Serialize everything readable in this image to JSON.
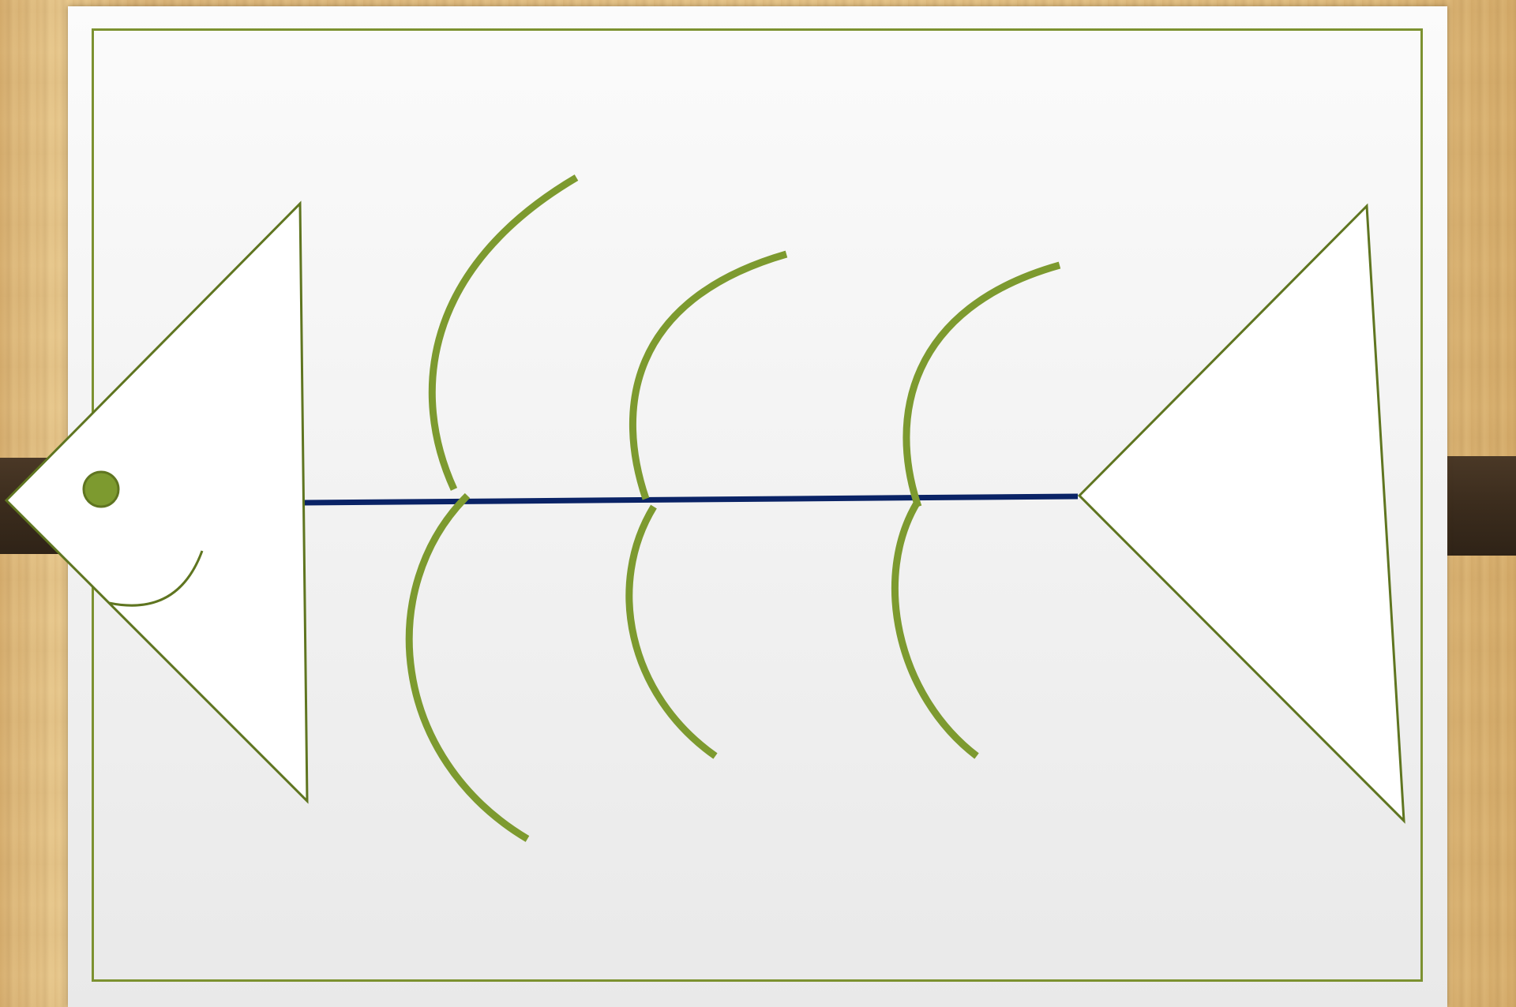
{
  "diagram": {
    "type": "fishbone",
    "bone_color": "#7d9a2f",
    "spine_color": "#0a2366",
    "fin_stroke_color": "#5f7520",
    "eye_color": "#7d9a2f",
    "frame_color": "#7c9130",
    "upper_bone_count": 3,
    "lower_bone_count": 3,
    "labels": []
  }
}
